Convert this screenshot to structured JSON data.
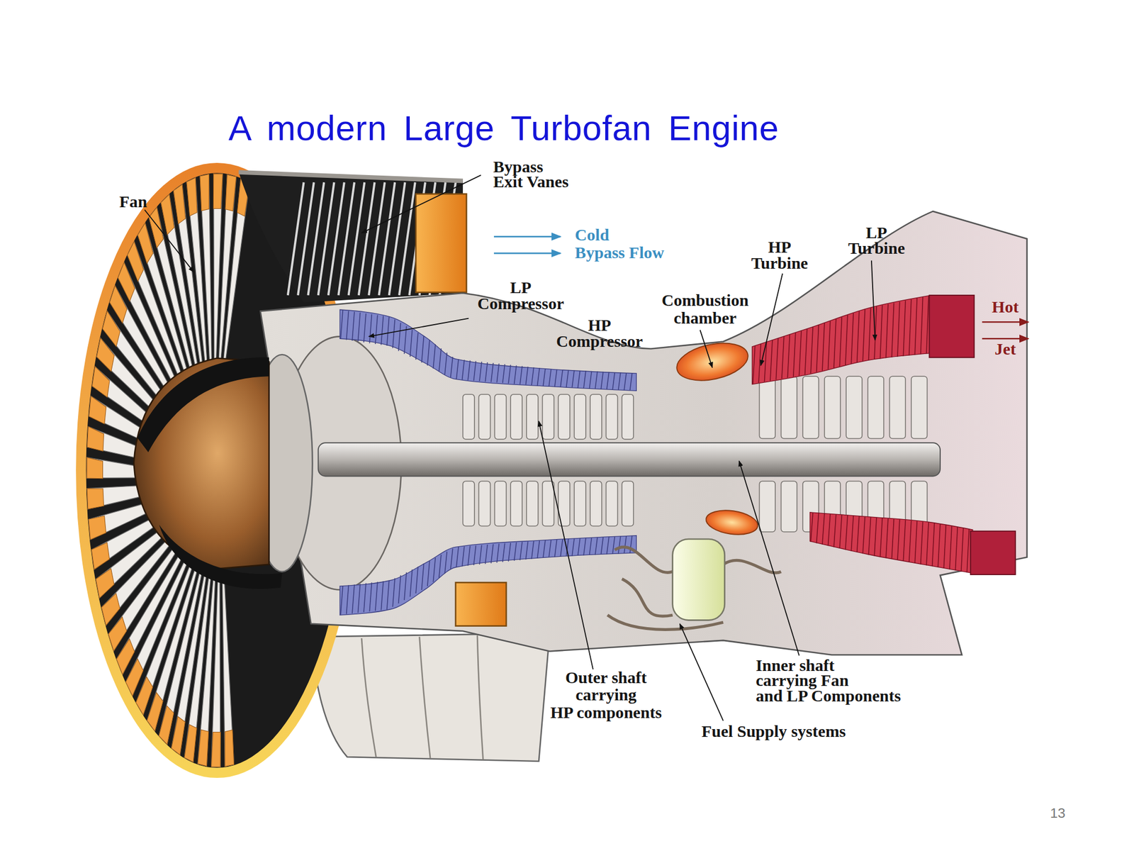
{
  "diagram": {
    "title": "A modern Large Turbofan Engine",
    "labels": [
      "Fan",
      "Bypass Exit Vanes",
      "Cold Bypass Flow",
      "LP Compressor",
      "HP Compressor",
      "Combustion chamber",
      "HP Turbine",
      "LP Turbine",
      "Hot Jet",
      "Outer shaft carrying HP components",
      "Inner shaft carrying Fan and LP Components",
      "Fuel Supply systems",
      "13"
    ]
  }
}
